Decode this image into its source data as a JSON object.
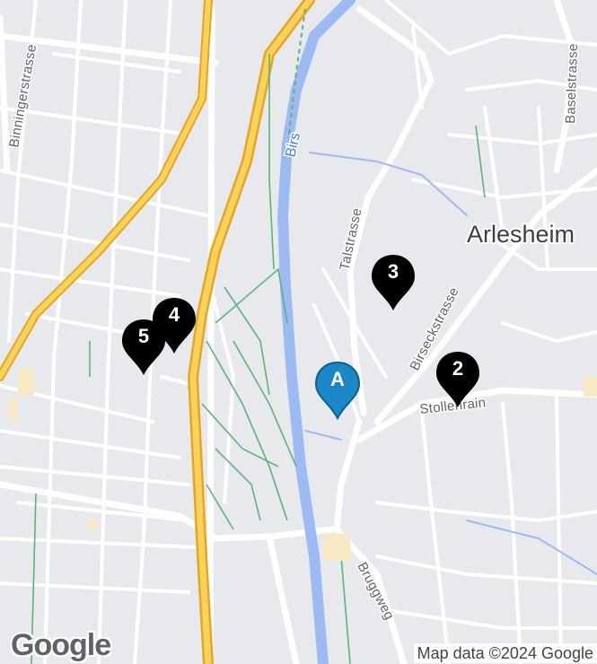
{
  "map": {
    "streets": {
      "binningerstrasse": "Binningerstrasse",
      "baselstrasse": "Baselstrasse",
      "talstrasse": "Talstrasse",
      "birseckstrasse": "Birseckstrasse",
      "stollenrain": "Stollenrain",
      "bruggweg": "Bruggweg"
    },
    "river": "Birs",
    "town": "Arlesheim",
    "markers": [
      {
        "id": "A",
        "label": "A",
        "color": "#1a87c7"
      },
      {
        "id": "2",
        "label": "2",
        "color": "#000000"
      },
      {
        "id": "3",
        "label": "3",
        "color": "#000000"
      },
      {
        "id": "4",
        "label": "4",
        "color": "#000000"
      },
      {
        "id": "5",
        "label": "5",
        "color": "#000000"
      }
    ]
  },
  "logo": {
    "text": "Google"
  },
  "attribution": "Map data ©2024 Google",
  "colors": {
    "land": "#e8e9ed",
    "road": "#ffffff",
    "highway": "#f7c043",
    "water": "#9dbbf2",
    "park_path": "#5fb37a",
    "building": "#f6e9c4"
  }
}
